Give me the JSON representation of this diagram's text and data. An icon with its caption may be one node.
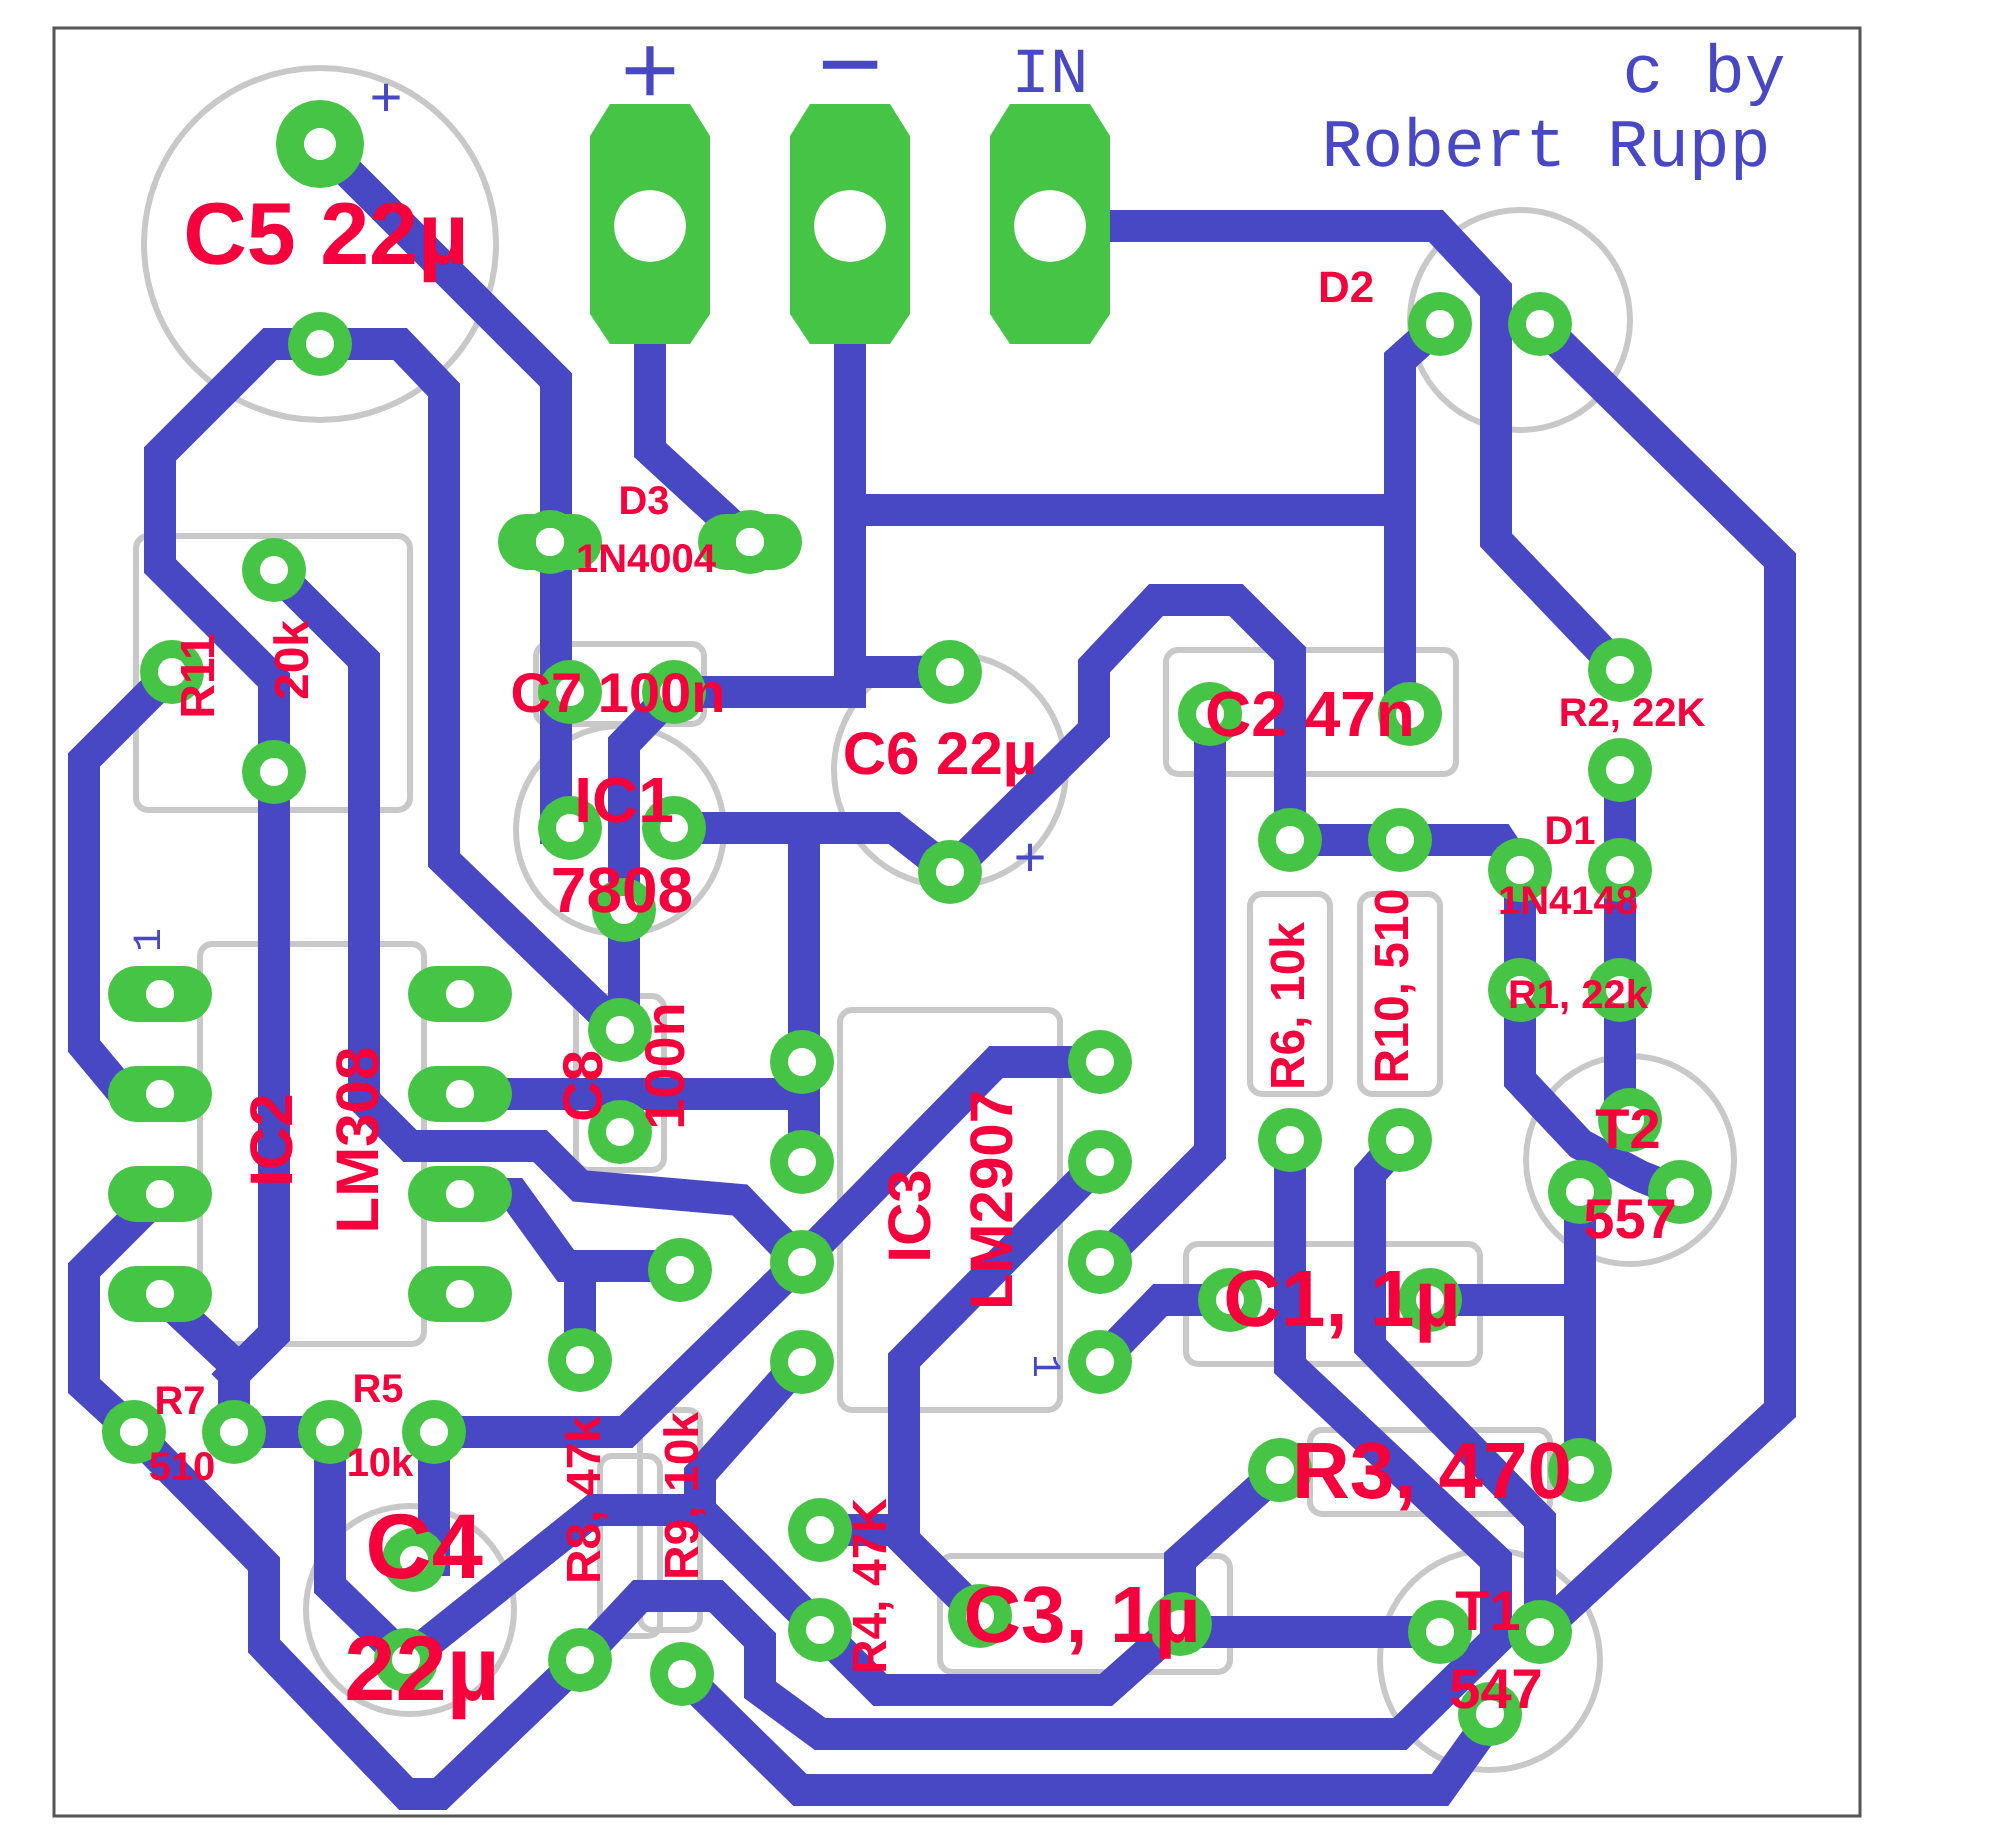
{
  "diagram": {
    "labels": [
      "+",
      "−",
      "IN",
      "c by",
      "Robert Rupp",
      "+",
      "C5 22µ",
      "D2",
      "D3",
      "1N4004",
      "R11",
      "20k",
      "C7 100n",
      "C6 22µ",
      "C2 47n",
      "R2, 22K",
      "+",
      "IC1",
      "7808",
      "D1",
      "1N4148",
      "R6, 10k",
      "R10, 510",
      "R1, 22k",
      "1",
      "IC2",
      "LM308",
      "C8",
      "100n",
      "IC3",
      "LM2907",
      "T2",
      "557",
      "C1, 1µ",
      "1",
      "R7",
      "R5",
      "510",
      "10k",
      "R8, 47k",
      "R9, 10k",
      "R4, 47K",
      "R3, 470",
      "C4",
      "T1",
      "C3, 1µ",
      "22µ",
      "547"
    ]
  }
}
